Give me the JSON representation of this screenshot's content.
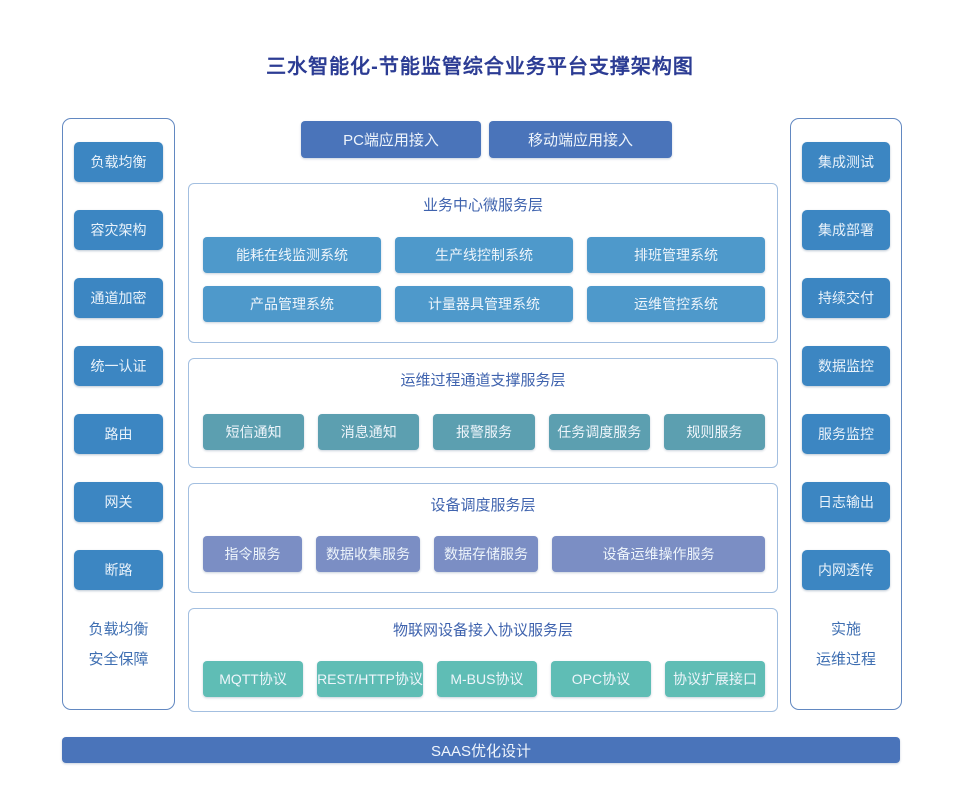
{
  "title": "三水智能化-节能监管综合业务平台支撑架构图",
  "top_nodes": [
    "PC端应用接入",
    "移动端应用接入"
  ],
  "left_panel": {
    "items": [
      "负载均衡",
      "容灾架构",
      "通道加密",
      "统一认证",
      "路由",
      "网关",
      "断路"
    ],
    "caption_lines": [
      "负载均衡",
      "安全保障"
    ]
  },
  "right_panel": {
    "items": [
      "集成测试",
      "集成部署",
      "持续交付",
      "数据监控",
      "服务监控",
      "日志输出",
      "内网透传"
    ],
    "caption_lines": [
      "实施",
      "运维过程"
    ]
  },
  "layers": [
    {
      "title": "业务中心微服务层",
      "rows": [
        [
          "能耗在线监测系统",
          "生产线控制系统",
          "排班管理系统"
        ],
        [
          "产品管理系统",
          "计量器具管理系统",
          "运维管控系统"
        ]
      ],
      "box_color": "#4e99cb"
    },
    {
      "title": "运维过程通道支撑服务层",
      "rows": [
        [
          "短信通知",
          "消息通知",
          "报警服务",
          "任务调度服务",
          "规则服务"
        ]
      ],
      "box_color": "#5c9fb0"
    },
    {
      "title": "设备调度服务层",
      "rows": [
        [
          "指令服务",
          "数据收集服务",
          "数据存储服务",
          "设备运维操作服务"
        ]
      ],
      "box_color": "#7b8ec4"
    },
    {
      "title": "物联网设备接入协议服务层",
      "rows": [
        [
          "MQTT协议",
          "REST/HTTP协议",
          "M-BUS协议",
          "OPC协议",
          "协议扩展接口"
        ]
      ],
      "box_color": "#5fbdb5"
    }
  ],
  "bottom_bar": "SAAS优化设计",
  "colors": {
    "title_text": "#2c3c94",
    "accent_blue": "#4a74ba",
    "sidebar_button": "#3c86c2",
    "panel_border": "#6288c1",
    "layer_border": "#a3bfe0",
    "layer_title_text": "#3f63ae"
  }
}
